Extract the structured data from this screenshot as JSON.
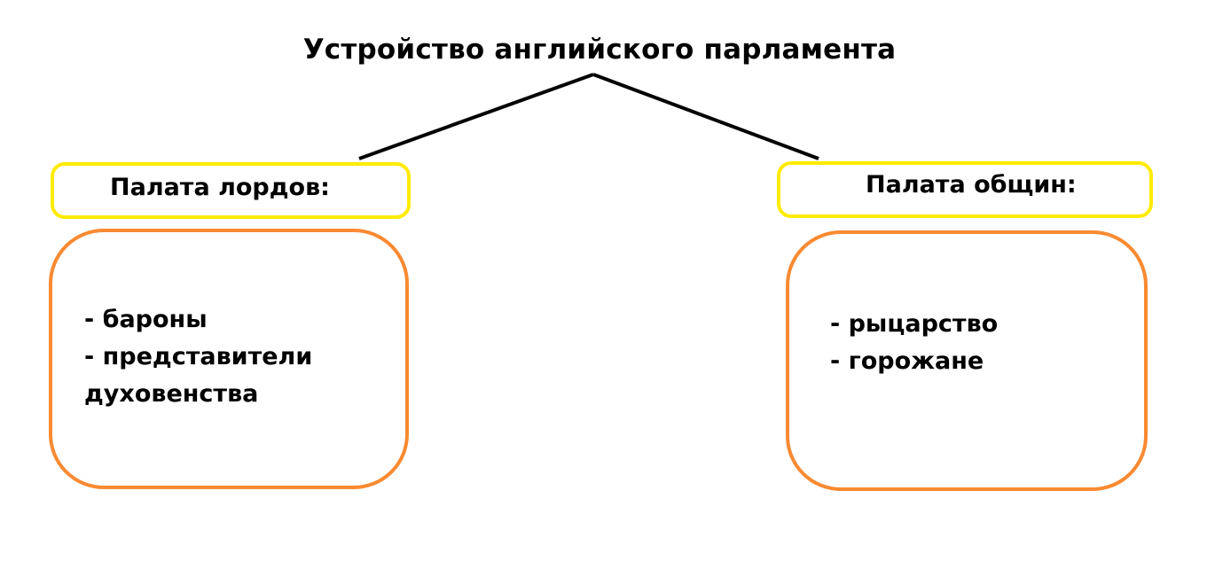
{
  "diagram": {
    "title": "Устройство английского парламента",
    "left_branch": {
      "header": "Палата лордов:",
      "items": [
        "- бароны",
        "- представители",
        "духовенства"
      ]
    },
    "right_branch": {
      "header": "Палата общин:",
      "items": [
        "- рыцарство",
        "- горожане"
      ]
    },
    "colors": {
      "header_border": "#ffeb00",
      "content_border": "#fa8a32",
      "connector": "#000000"
    }
  }
}
